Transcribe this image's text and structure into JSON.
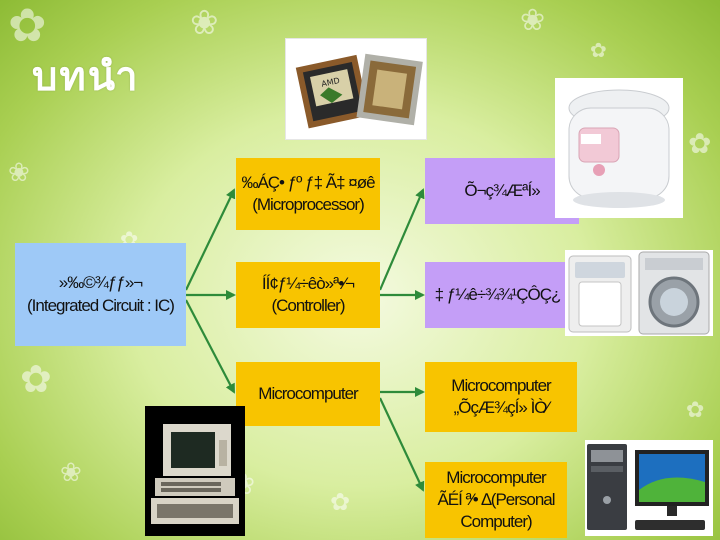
{
  "title": "บทนำ",
  "ic_box": {
    "line1": "»‰©¾ƒƒ»¬",
    "line2": "(Integrated Circuit : IC)"
  },
  "branches": {
    "microprocessor": {
      "line1": "‰ÁÇ• ƒº ƒ‡ Ã‡ ¤øê",
      "line2": "(Microprocessor)"
    },
    "controller": {
      "line1": "ÍÍ¢ƒ¼÷êò»ª•⁄¬",
      "line2": "(Controller)"
    },
    "microcomputer": {
      "line1": "Microcomputer"
    }
  },
  "applications": {
    "embedded": {
      "line1": "Õ¬ç¾ÆªÍ»"
    },
    "appliances": {
      "line1": "‡ ƒ¼ê÷¾¾¹ÇÔÇ¿"
    },
    "microcomputer_single": {
      "line1": "Microcomputer",
      "line2": "„ÕçÆ¾çÍ» ÌÒ⁄"
    },
    "personal": {
      "line1": "Microcomputer",
      "line2": "ÃÉÍ ª⁄• ∆(Personal",
      "line3": "Computer)"
    }
  },
  "icons": [
    "cpu-chip-icon",
    "rice-cooker-icon",
    "washing-machine-icon",
    "retro-computer-icon",
    "desktop-pc-icon"
  ],
  "colors": {
    "blue": "#9ec9f7",
    "yellow": "#f8c400",
    "violet": "#c49ef7",
    "arrow": "#2e8b3a",
    "title": "#ffffff"
  }
}
